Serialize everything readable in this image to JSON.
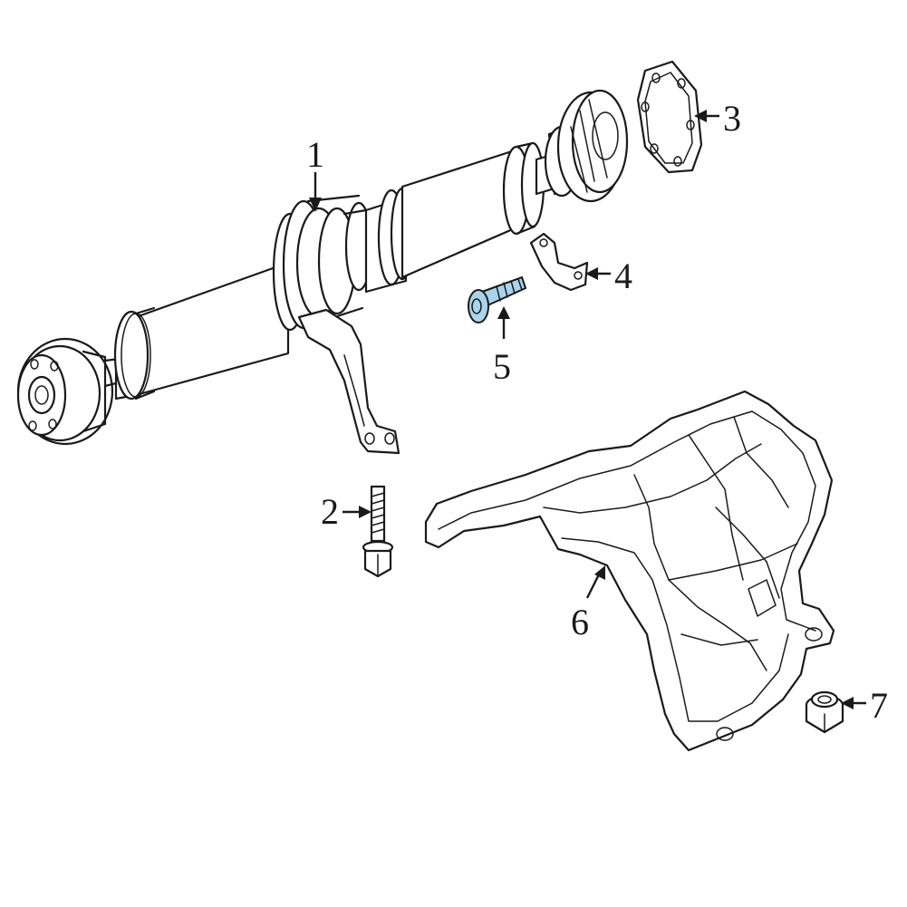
{
  "colors": {
    "line": "#1a1a1a",
    "background": "#ffffff",
    "highlight": "#a9d4ec"
  },
  "parts": [
    {
      "number": "1",
      "part": "drive-shaft-assembly",
      "highlighted": false
    },
    {
      "number": "2",
      "part": "bolt",
      "highlighted": false
    },
    {
      "number": "3",
      "part": "gasket",
      "highlighted": false
    },
    {
      "number": "4",
      "part": "clamp",
      "highlighted": false
    },
    {
      "number": "5",
      "part": "bolt",
      "highlighted": true
    },
    {
      "number": "6",
      "part": "heat-shield",
      "highlighted": false
    },
    {
      "number": "7",
      "part": "nut",
      "highlighted": false
    }
  ]
}
